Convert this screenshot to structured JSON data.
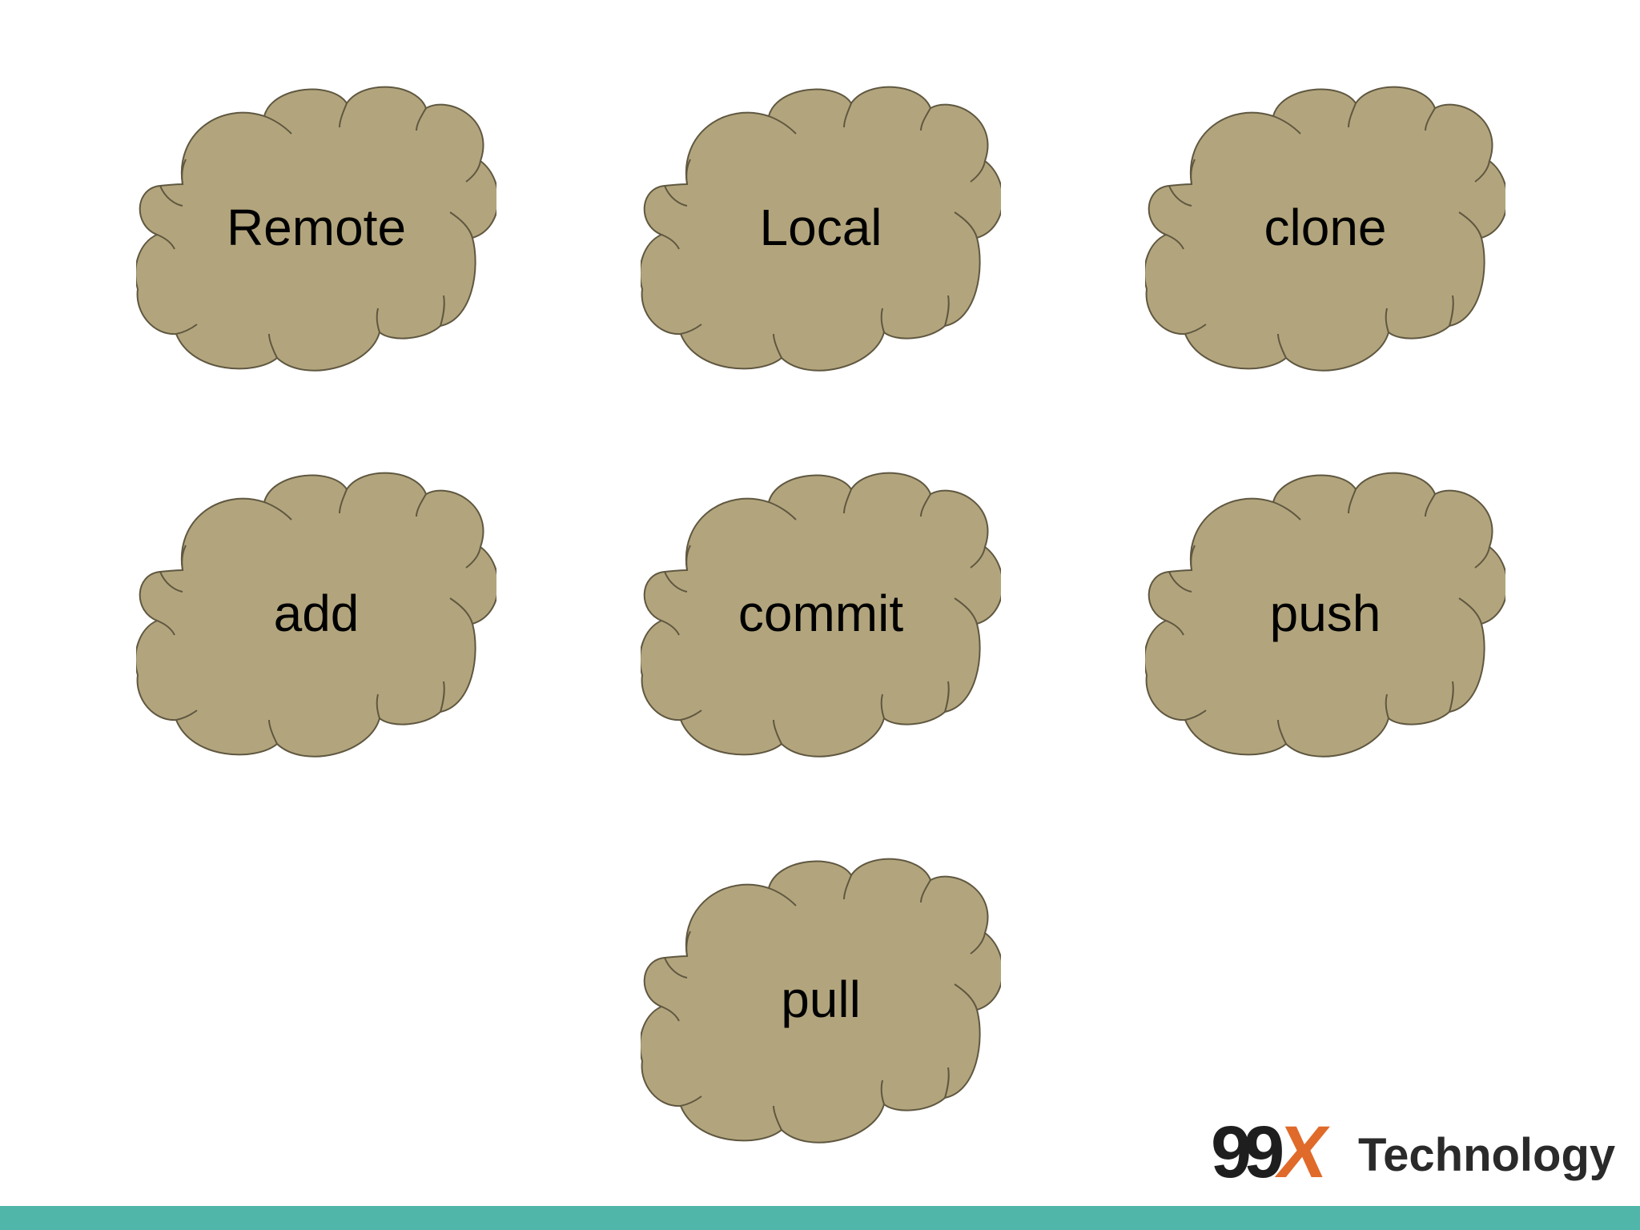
{
  "colors": {
    "cloud_fill": "#b2a57d",
    "cloud_stroke": "#5f5740",
    "footer_bar": "#4fb6a9",
    "logo_dark": "#1e1e1e",
    "logo_accent": "#e06a2a"
  },
  "clouds": [
    {
      "label": "Remote"
    },
    {
      "label": "Local"
    },
    {
      "label": "clone"
    },
    {
      "label": "add"
    },
    {
      "label": "commit"
    },
    {
      "label": "push"
    },
    {
      "label": "pull"
    }
  ],
  "logo": {
    "brand_number": "99",
    "brand_letter": "X",
    "brand_word": "Technology"
  }
}
